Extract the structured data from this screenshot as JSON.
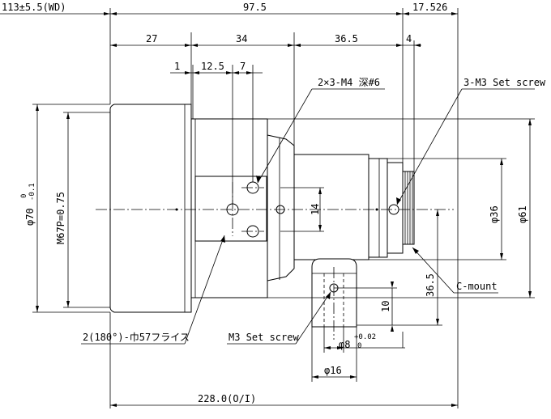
{
  "drawing": {
    "dims": {
      "wd": "113±5.5(WD)",
      "d97_5": "97.5",
      "d17_526": "17.526",
      "d27": "27",
      "d34": "34",
      "d36_5": "36.5",
      "d4": "4",
      "d1": "1",
      "d12_5": "12.5",
      "d7": "7",
      "d14": "14",
      "d36_5v": "36.5",
      "d10": "10",
      "dia36": "φ36",
      "dia61": "φ61",
      "dia70": "φ70",
      "tol70_top": "0",
      "tol70_bot": "-0.1",
      "m67": "M67P=0.75",
      "dia8": "φ8",
      "tol8_top": "+0.02",
      "tol8_bot": "0",
      "dia16": "φ16",
      "total": "228.0(O/I)"
    },
    "notes": {
      "tap": "2×3-M4 深#6",
      "setscrew3": "3-M3 Set screw",
      "cmount": "C-mount",
      "setscrew1": "M3 Set screw",
      "flats": "2(180°)-巾57フライス"
    }
  }
}
